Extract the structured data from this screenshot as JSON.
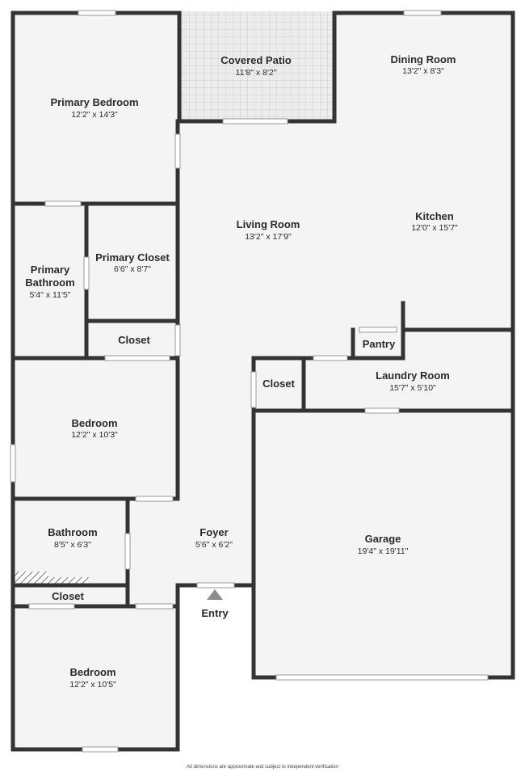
{
  "rooms": {
    "primary_bedroom": {
      "name": "Primary Bedroom",
      "dim": "12'2\" x 14'3\""
    },
    "covered_patio": {
      "name": "Covered Patio",
      "dim": "11'8\" x 8'2\""
    },
    "dining_room": {
      "name": "Dining Room",
      "dim": "13'2\" x 8'3\""
    },
    "living_room": {
      "name": "Living Room",
      "dim": "13'2\" x 17'9\""
    },
    "kitchen": {
      "name": "Kitchen",
      "dim": "12'0\" x 15'7\""
    },
    "primary_bathroom": {
      "name_line1": "Primary",
      "name_line2": "Bathroom",
      "dim": "5'4\" x 11'5\""
    },
    "primary_closet": {
      "name": "Primary Closet",
      "dim": "6'6\" x 8'7\""
    },
    "closet_upper": {
      "name": "Closet"
    },
    "pantry": {
      "name": "Pantry"
    },
    "closet_mid": {
      "name": "Closet"
    },
    "laundry_room": {
      "name": "Laundry Room",
      "dim": "15'7\" x 5'10\""
    },
    "bedroom_middle": {
      "name": "Bedroom",
      "dim": "12'2\" x 10'3\""
    },
    "bathroom": {
      "name": "Bathroom",
      "dim": "8'5\" x 6'3\""
    },
    "foyer": {
      "name": "Foyer",
      "dim": "5'6\" x 6'2\""
    },
    "garage": {
      "name": "Garage",
      "dim": "19'4\" x 19'11\""
    },
    "closet_lower": {
      "name": "Closet"
    },
    "entry": {
      "name": "Entry"
    },
    "bedroom_lower": {
      "name": "Bedroom",
      "dim": "12'2\" x 10'5\""
    }
  },
  "footnote": "All dimensions are approximate and subject to independent verification",
  "colors": {
    "wall": "#333333",
    "floor": "#f4f4f4",
    "patio": "#e6e6e6",
    "window": "#ffffff"
  }
}
